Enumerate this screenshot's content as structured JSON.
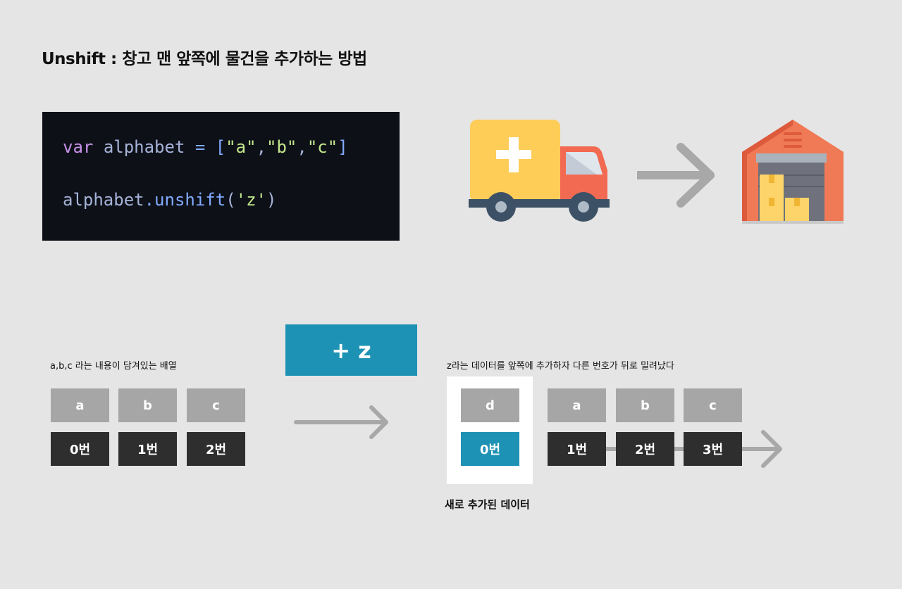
{
  "title": "Unshift : 창고 맨 앞쪽에 물건을 추가하는 방법",
  "code": {
    "line1": {
      "kw": "var",
      "ident": "alphabet",
      "op": "=",
      "open": "[",
      "a": "\"a\"",
      "comma": ",",
      "b": "\"b\"",
      "c": "\"c\"",
      "close": "]"
    },
    "line2": {
      "obj": "alphabet",
      "dot": ".",
      "method": "unshift",
      "popen": "(",
      "arg": "'z'",
      "pclose": ")"
    }
  },
  "illustration": {
    "truck_icon": "delivery-truck-plus-icon",
    "arrow_icon": "arrow-right-icon",
    "warehouse_icon": "warehouse-icon"
  },
  "left": {
    "caption": "a,b,c 라는 내용이 담겨있는 배열",
    "values": [
      "a",
      "b",
      "c"
    ],
    "indices": [
      "0번",
      "1번",
      "2번"
    ]
  },
  "plus_label": "+ z",
  "right": {
    "caption": "z라는 데이터를 앞쪽에 추가하자 다른 번호가 뒤로 밀려났다",
    "new_value": "d",
    "new_index": "0번",
    "values": [
      "a",
      "b",
      "c"
    ],
    "indices": [
      "1번",
      "2번",
      "3번"
    ],
    "new_label": "새로 추가된 데이터"
  },
  "colors": {
    "background": "#e5e5e5",
    "accent_blue": "#1e92b4",
    "cell_gray": "#a6a6a6",
    "cell_dark": "#2e2e2e",
    "code_bg": "#0d1017"
  }
}
